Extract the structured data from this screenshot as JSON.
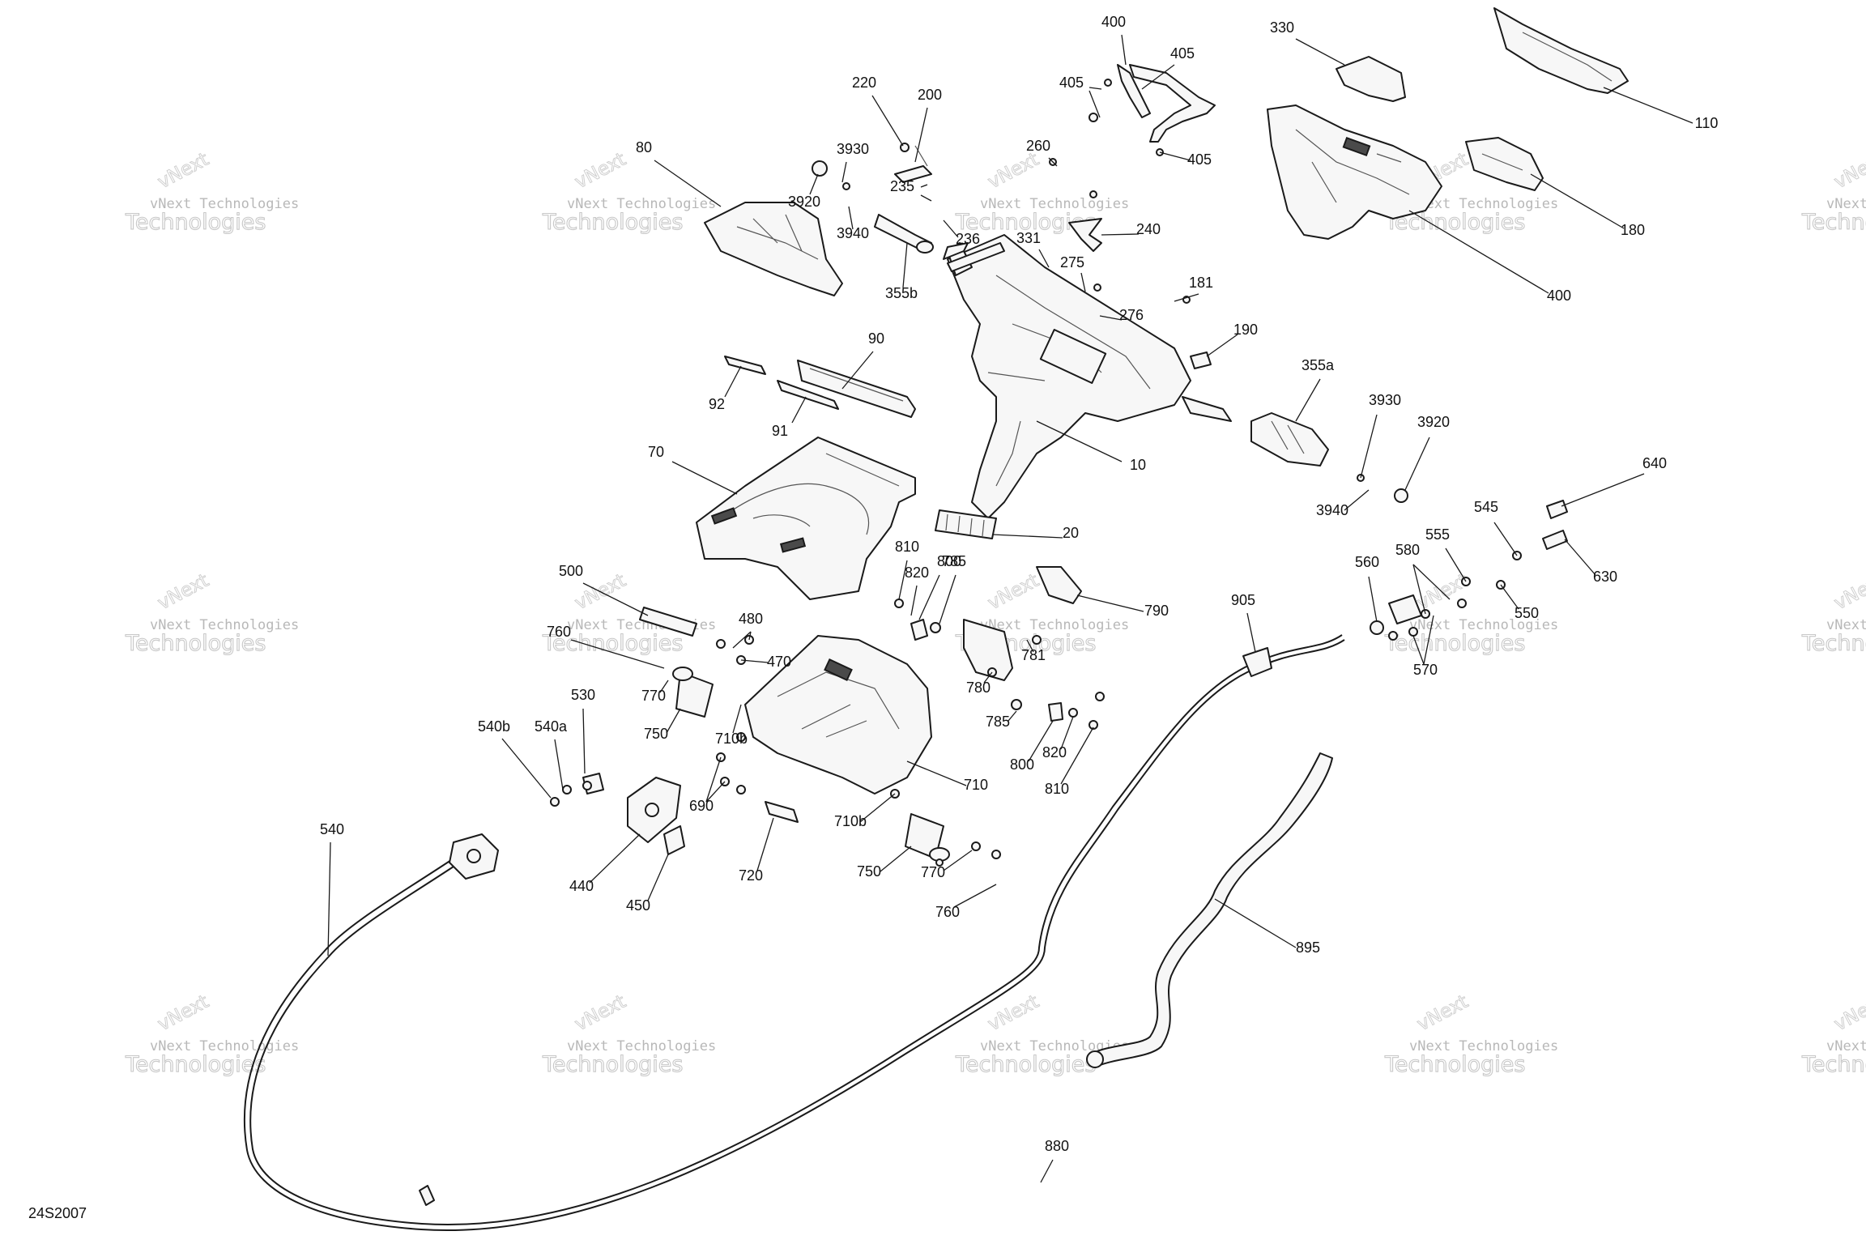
{
  "diagram_code": "24S2007",
  "watermark": {
    "brand_short": "vNext Technologies",
    "brand_top": "vNext",
    "brand_long": "Technologies"
  },
  "callouts": [
    "10",
    "20",
    "70",
    "80",
    "90",
    "91",
    "92",
    "110",
    "180",
    "181",
    "190",
    "200",
    "220",
    "235",
    "236",
    "240",
    "260",
    "275",
    "276",
    "330",
    "331",
    "355a",
    "355b",
    "400",
    "405",
    "440",
    "450",
    "470",
    "480",
    "500",
    "530",
    "540",
    "540a",
    "540b",
    "545",
    "550",
    "555",
    "560",
    "570",
    "580",
    "630",
    "640",
    "690",
    "710",
    "710b",
    "720",
    "750",
    "760",
    "770",
    "780",
    "781",
    "785",
    "790",
    "800",
    "810",
    "820",
    "880",
    "895",
    "905",
    "3920",
    "3930",
    "3940"
  ]
}
